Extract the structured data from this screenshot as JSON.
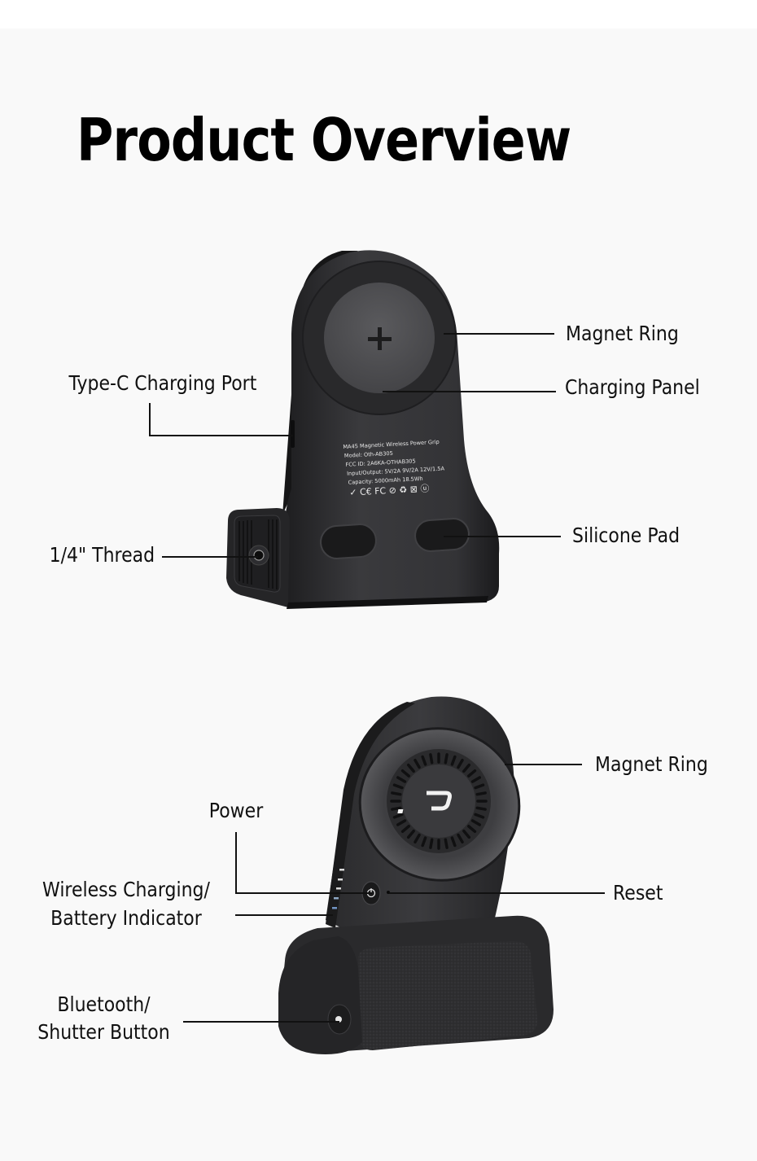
{
  "page": {
    "title": "Product Overview",
    "colors": {
      "background": "#f9f9f9",
      "top_strip": "#ffffff",
      "device_body": "#2b2b2d",
      "text": "#111111"
    }
  },
  "back_view": {
    "labels": {
      "magnet_ring": "Magnet Ring",
      "charging_panel": "Charging Panel",
      "type_c_port": "Type-C Charging Port",
      "thread": "1/4\" Thread",
      "silicone_pad": "Silicone Pad"
    },
    "spec_label": {
      "line1": "MA45  Magnetic Wireless Power Grip",
      "line2": "Model: Oth-AB305",
      "line3": "FCC ID: 2A6KA-OTHAB305",
      "line4": "Input/Output:  5V/2A  9V/2A  12V/1.5A",
      "line5": "Capacity:  5000mAh  18.5Wh",
      "certifications": [
        "RoHS",
        "CE",
        "FC",
        "no-flame",
        "recycle",
        "WEEE",
        "UL"
      ]
    },
    "icons": {
      "center_mark": "plus-icon"
    }
  },
  "front_view": {
    "labels": {
      "magnet_ring": "Magnet Ring",
      "power": "Power",
      "reset": "Reset",
      "indicator_line1": "Wireless Charging/",
      "indicator_line2": "Battery Indicator",
      "shutter_line1": "Bluetooth/",
      "shutter_line2": "Shutter Button"
    },
    "icons": {
      "logo": "brand-p-logo-icon",
      "power_button": "power-icon"
    },
    "indicator_leds": 5
  }
}
